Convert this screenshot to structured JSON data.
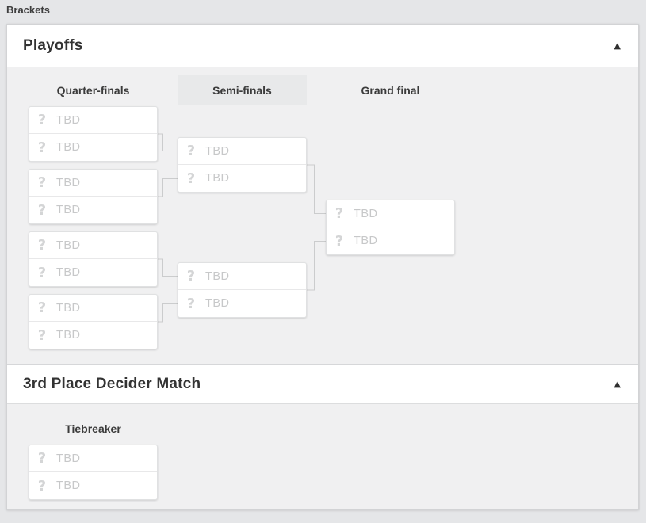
{
  "page_label": "Brackets",
  "playoffs_section": {
    "title": "Playoffs",
    "collapse_icon_name": "collapse-up-arrow-icon",
    "collapse_icon_glyph": "▲",
    "rounds": [
      {
        "label": "Quarter-finals",
        "highlighted": false
      },
      {
        "label": "Semi-finals",
        "highlighted": true
      },
      {
        "label": "Grand final",
        "highlighted": false
      }
    ],
    "matches": [
      {
        "round": "Quarter-finals",
        "slots": [
          {
            "icon_name": "unknown-participant-icon",
            "icon_glyph": "?",
            "name": "TBD"
          },
          {
            "icon_name": "unknown-participant-icon",
            "icon_glyph": "?",
            "name": "TBD"
          }
        ]
      },
      {
        "round": "Quarter-finals",
        "slots": [
          {
            "icon_name": "unknown-participant-icon",
            "icon_glyph": "?",
            "name": "TBD"
          },
          {
            "icon_name": "unknown-participant-icon",
            "icon_glyph": "?",
            "name": "TBD"
          }
        ]
      },
      {
        "round": "Quarter-finals",
        "slots": [
          {
            "icon_name": "unknown-participant-icon",
            "icon_glyph": "?",
            "name": "TBD"
          },
          {
            "icon_name": "unknown-participant-icon",
            "icon_glyph": "?",
            "name": "TBD"
          }
        ]
      },
      {
        "round": "Quarter-finals",
        "slots": [
          {
            "icon_name": "unknown-participant-icon",
            "icon_glyph": "?",
            "name": "TBD"
          },
          {
            "icon_name": "unknown-participant-icon",
            "icon_glyph": "?",
            "name": "TBD"
          }
        ]
      },
      {
        "round": "Semi-finals",
        "slots": [
          {
            "icon_name": "unknown-participant-icon",
            "icon_glyph": "?",
            "name": "TBD"
          },
          {
            "icon_name": "unknown-participant-icon",
            "icon_glyph": "?",
            "name": "TBD"
          }
        ]
      },
      {
        "round": "Semi-finals",
        "slots": [
          {
            "icon_name": "unknown-participant-icon",
            "icon_glyph": "?",
            "name": "TBD"
          },
          {
            "icon_name": "unknown-participant-icon",
            "icon_glyph": "?",
            "name": "TBD"
          }
        ]
      },
      {
        "round": "Grand final",
        "slots": [
          {
            "icon_name": "unknown-participant-icon",
            "icon_glyph": "?",
            "name": "TBD"
          },
          {
            "icon_name": "unknown-participant-icon",
            "icon_glyph": "?",
            "name": "TBD"
          }
        ]
      }
    ]
  },
  "third_place_section": {
    "title": "3rd Place Decider Match",
    "collapse_icon_name": "collapse-up-arrow-icon",
    "collapse_icon_glyph": "▲",
    "round_label": "Tiebreaker",
    "match": {
      "slots": [
        {
          "icon_name": "unknown-participant-icon",
          "icon_glyph": "?",
          "name": "TBD"
        },
        {
          "icon_name": "unknown-participant-icon",
          "icon_glyph": "?",
          "name": "TBD"
        }
      ]
    }
  },
  "colors": {
    "round_highlight_bg": "#e8e9ea",
    "placeholder_text": "#c7c8c9",
    "card_bg": "#ffffff",
    "bracket_bg": "#f0f0f1"
  }
}
